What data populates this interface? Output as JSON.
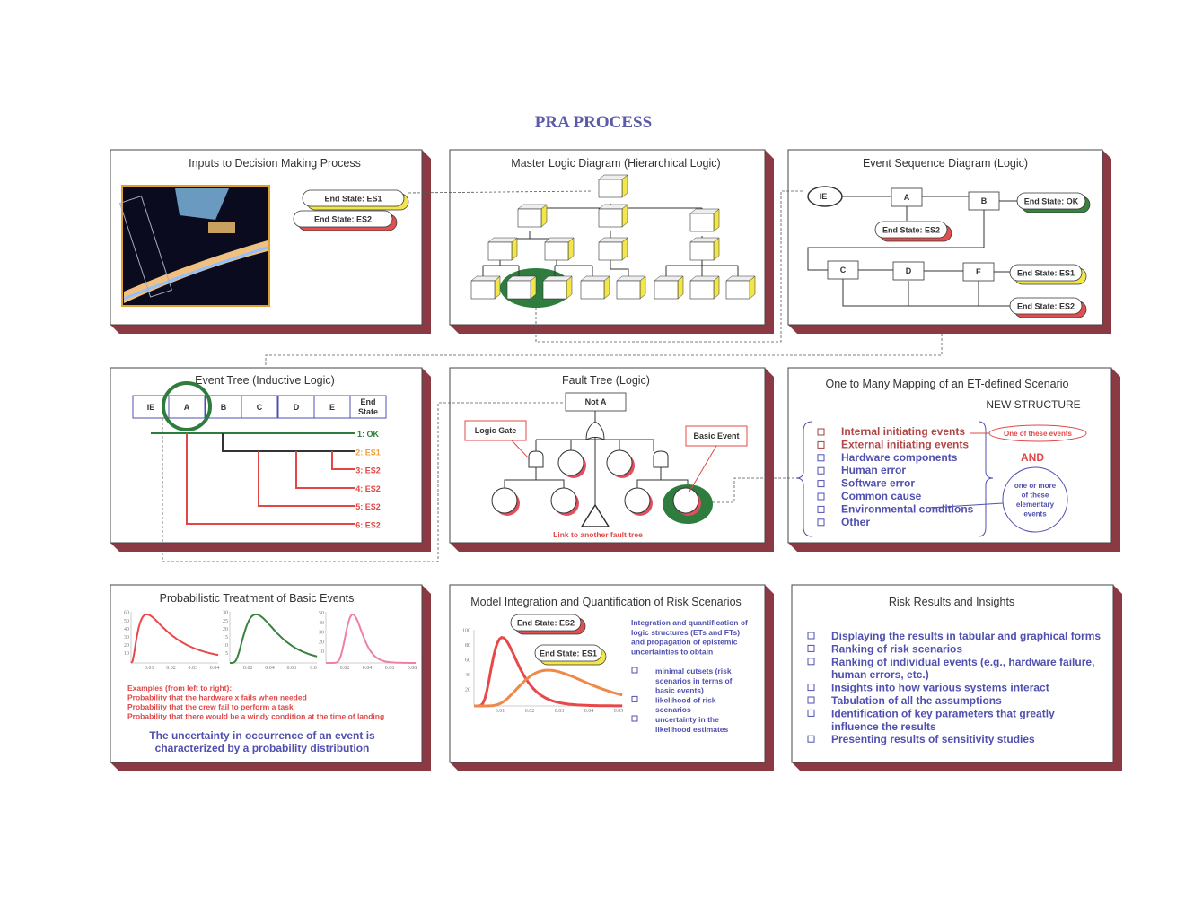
{
  "title": "PRA PROCESS",
  "colors": {
    "title": "#5b5ba8",
    "shadow": "#8b3a44",
    "blue_text": "#5050b0",
    "red_text": "#e04848",
    "green": "#2e7d3e",
    "yellow": "#f2e64a"
  },
  "panels": {
    "inputs": {
      "title": "Inputs to Decision Making Process",
      "es1": "End State: ES1",
      "es2": "End State: ES2",
      "image": "spacecraft-in-orbit"
    },
    "mld": {
      "title": "Master Logic Diagram (Hierarchical Logic)"
    },
    "esd": {
      "title": "Event Sequence Diagram  (Logic)",
      "ie": "IE",
      "a": "A",
      "b": "B",
      "c": "C",
      "d": "D",
      "e": "E",
      "ok": "End State: OK",
      "es2a": "End State: ES2",
      "es1": "End State: ES1",
      "es2b": "End State: ES2"
    },
    "event_tree": {
      "title": "Event Tree (Inductive Logic)",
      "headers": [
        "IE",
        "A",
        "B",
        "C",
        "D",
        "E"
      ],
      "end_state": [
        "End",
        "State"
      ],
      "outcomes": [
        "1: OK",
        "2: ES1",
        "3: ES2",
        "4: ES2",
        "5: ES2",
        "6: ES2"
      ]
    },
    "fault_tree": {
      "title": "Fault Tree (Logic)",
      "top": "Not A",
      "logic_gate": "Logic Gate",
      "basic_event": "Basic Event",
      "transfer": "Link to another fault tree"
    },
    "mapping": {
      "title": "One to Many Mapping of an ET-defined Scenario",
      "subtitle": "NEW STRUCTURE",
      "items": [
        "Internal initiating events",
        "External initiating events",
        "Hardware components",
        "Human error",
        "Software error",
        "Common cause",
        "Environmental conditions",
        "Other"
      ],
      "one_of": "One of these events",
      "and": "AND",
      "one_or_more": [
        "one or more",
        "of these",
        "elementary",
        "events"
      ]
    },
    "prob": {
      "title": "Probabilistic Treatment of Basic Events",
      "charts": [
        {
          "yticks": [
            "10",
            "20",
            "30",
            "40",
            "50",
            "60"
          ],
          "xticks": [
            "0.01",
            "0.02",
            "0.03",
            "0.04"
          ],
          "color": "#e84848"
        },
        {
          "yticks": [
            "5",
            "10",
            "15",
            "20",
            "25",
            "30"
          ],
          "xticks": [
            "0.02",
            "0.04",
            "0.06",
            "0.0"
          ],
          "color": "#3a8040"
        },
        {
          "yticks": [
            "10",
            "20",
            "30",
            "40",
            "50"
          ],
          "xticks": [
            "0.02",
            "0.04",
            "0.06",
            "0.08"
          ],
          "color": "#f080a0"
        }
      ],
      "examples": [
        "Examples (from left to right):",
        "Probability that the hardware x fails when needed",
        "Probability that the crew fail to perform a task",
        "Probability that there would be a windy condition at the time of landing"
      ],
      "summary": [
        "The uncertainty in occurrence of an event is",
        "characterized by a probability distribution"
      ]
    },
    "model": {
      "title": "Model Integration and Quantification of Risk Scenarios",
      "es2": "End State: ES2",
      "es1": "End State: ES1",
      "yticks": [
        "20",
        "40",
        "60",
        "80",
        "100"
      ],
      "xticks": [
        "0.01",
        "0.02",
        "0.03",
        "0.04",
        "0.05"
      ],
      "intro": [
        "Integration and quantification of",
        "logic structures (ETs and FTs)",
        "and propagation of epistemic",
        "uncertainties to obtain"
      ],
      "bullets": [
        [
          "minimal cutsets (risk",
          "scenarios in terms of",
          "basic events)"
        ],
        [
          "likelihood of risk",
          "scenarios"
        ],
        [
          "uncertainty in the",
          "likelihood estimates"
        ]
      ]
    },
    "results": {
      "title": "Risk Results and Insights",
      "items": [
        [
          "Displaying the results in tabular and graphical forms"
        ],
        [
          "Ranking of risk scenarios"
        ],
        [
          "Ranking of individual events (e.g., hardware failure,",
          "human errors, etc.)"
        ],
        [
          "Insights into how various systems interact"
        ],
        [
          "Tabulation of all the assumptions"
        ],
        [
          "Identification of key parameters that greatly",
          "influence the results"
        ],
        [
          "Presenting results of sensitivity studies"
        ]
      ]
    }
  }
}
